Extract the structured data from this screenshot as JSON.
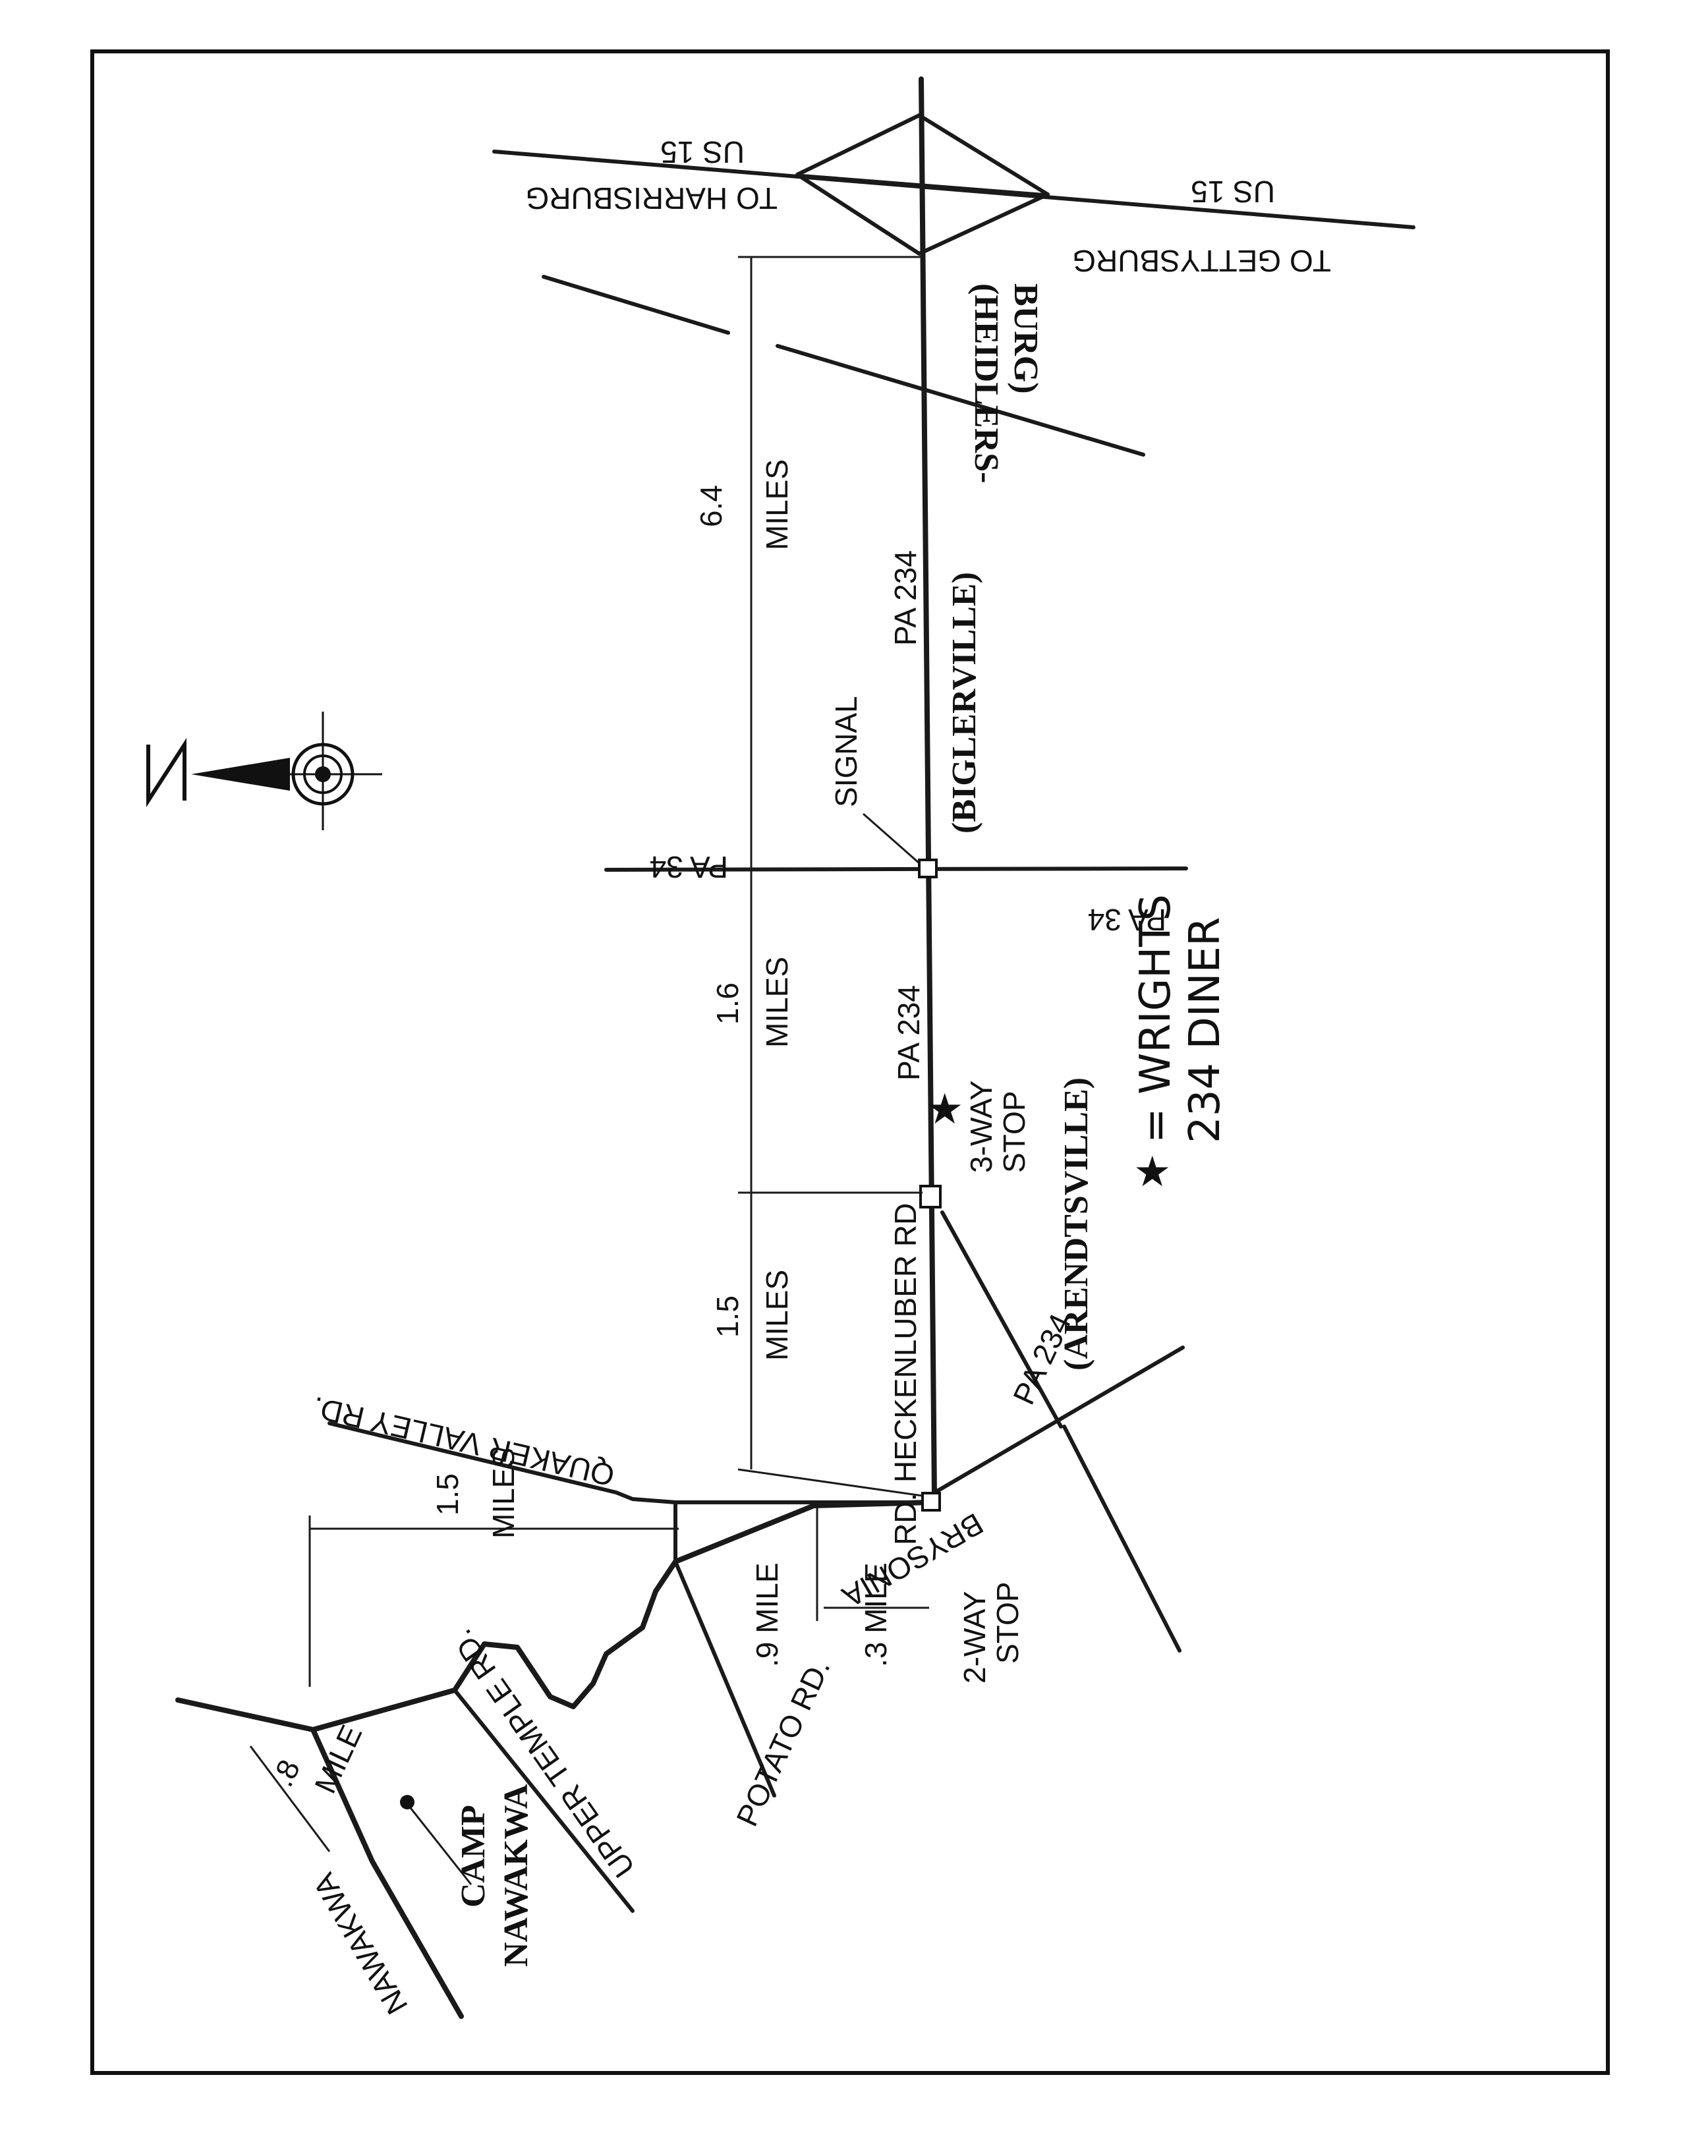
{
  "labels": {
    "to_harrisburg": "TO HARRISBURG",
    "to_gettysburg": "TO GETTYSBURG",
    "us15_top": "US 15",
    "us15_bottom": "US 15",
    "heidlersburg": "(HEIDLERS-",
    "heidlersburg2": "BURG)",
    "miles_64": "6.4",
    "miles_64_unit": "MILES",
    "pa234_a": "PA 234",
    "pa234_b": "PA 234",
    "pa234_c": "PA 234",
    "biglerville": "(BIGLERVILLE)",
    "signal": "SIGNAL",
    "pa34_top": "PA 34",
    "pa34_bottom": "PA 34",
    "miles_16": "1.6",
    "miles_16_unit": "MILES",
    "three_way": "3-WAY",
    "stop1": "STOP",
    "arendtsville": "(ARENDTSVILLE)",
    "legend_wrights": "= WRIGHTS",
    "legend_diner": "234 DINER",
    "miles_15a": "1.5",
    "miles_15a_unit": "MILES",
    "heckenluber": "HECKENLUBER RD",
    "rd": "RD.",
    "quaker": "QUAKER VALLEY RD.",
    "brysonia": "BRYSONIA",
    "miles_15b": "1.5",
    "miles_15b_unit": "MILES",
    "mile_09": ".9 MILE",
    "mile_03": ".3 MILE",
    "two_way": "2-WAY",
    "stop2": "STOP",
    "potato": "POTATO RD.",
    "upper_temple": "UPPER TEMPLE RD.",
    "mile_08": ".8",
    "mile_08_unit": "MILE",
    "nawakwa_road": "NAWAKWA",
    "camp": "CAMP",
    "camp2": "NAWAKWA"
  },
  "icons": [
    "compass-north-arrow-icon",
    "star-marker-icon",
    "camp-dot-icon"
  ]
}
